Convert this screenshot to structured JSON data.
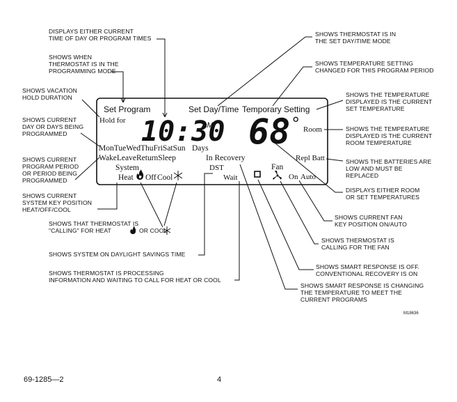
{
  "lcd": {
    "set_program": "Set Program",
    "set_day_time": "Set Day/Time",
    "temporary_setting": "Temporary Setting",
    "hold_for": "Hold for",
    "time": "10:30",
    "am": "AM",
    "temperature": "68",
    "degree": "°",
    "room": "Room",
    "days_row": "MonTueWedThuFriSatSun",
    "days": "Days",
    "periods_row": "WakeLeaveReturnSleep",
    "in_recovery": "In Recovery",
    "repl_batt": "Repl Batt",
    "system": "System",
    "dst": "DST",
    "fan": "Fan",
    "heat": "Heat",
    "off": "Off",
    "cool": "Cool",
    "wait": "Wait",
    "on": "On",
    "auto": "Auto"
  },
  "annotations_left": [
    [
      "DISPLAYS EITHER CURRENT",
      "TIME OF DAY OR PROGRAM TIMES"
    ],
    [
      "SHOWS WHEN",
      "THERMOSTAT IS IN THE",
      "PROGRAMMING MODE"
    ],
    [
      "SHOWS VACATION",
      "HOLD DURATION"
    ],
    [
      "SHOWS CURRENT",
      "DAY OR DAYS BEING",
      "PROGRAMMED"
    ],
    [
      "SHOWS CURRENT",
      "PROGRAM PERIOD",
      "OR PERIOD BEING",
      "PROGRAMMED"
    ],
    [
      "SHOWS CURRENT",
      "SYSTEM KEY POSITION",
      "HEAT/OFF/COOL"
    ],
    [
      "SHOWS THAT THERMOSTAT IS",
      "\"CALLING\" FOR HEAT",
      "OR COOL"
    ],
    [
      "SHOWS SYSTEM ON DAYLIGHT SAVINGS TIME"
    ],
    [
      "SHOWS THERMOSTAT IS PROCESSING",
      "INFORMATION AND WAITING TO CALL FOR HEAT OR COOL"
    ]
  ],
  "annotations_right": [
    [
      "SHOWS THERMOSTAT IS IN",
      "THE SET DAY/TIME MODE"
    ],
    [
      "SHOWS TEMPERATURE SETTING",
      "CHANGED FOR THIS PROGRAM PERIOD"
    ],
    [
      "SHOWS THE TEMPERATURE",
      "DISPLAYED IS THE CURRENT",
      "SET TEMPERATURE"
    ],
    [
      "SHOWS THE TEMPERATURE",
      "DISPLAYED IS THE CURRENT",
      "ROOM TEMPERATURE"
    ],
    [
      "SHOWS THE BATTERIES ARE",
      "LOW AND MUST BE",
      "REPLACED"
    ],
    [
      "DISPLAYS EITHER ROOM",
      "OR SET TEMPERATURES"
    ],
    [
      "SHOWS CURRENT FAN",
      "KEY POSITION ON/AUTO"
    ],
    [
      "SHOWS THERMOSTAT IS",
      "CALLING FOR THE FAN"
    ],
    [
      "SHOWS SMART RESPONSE IS OFF.",
      "CONVENTIONAL RECOVERY IS ON"
    ],
    [
      "SHOWS SMART RESPONSE IS CHANGING",
      "THE TEMPERATURE TO MEET THE",
      "CURRENT PROGRAMS"
    ]
  ],
  "figure_code": "M18636",
  "footer": {
    "doc_number": "69-1285—2",
    "page": "4"
  },
  "icons": [
    "flame-icon",
    "snowflake-icon",
    "fan-icon",
    "square-icon"
  ]
}
